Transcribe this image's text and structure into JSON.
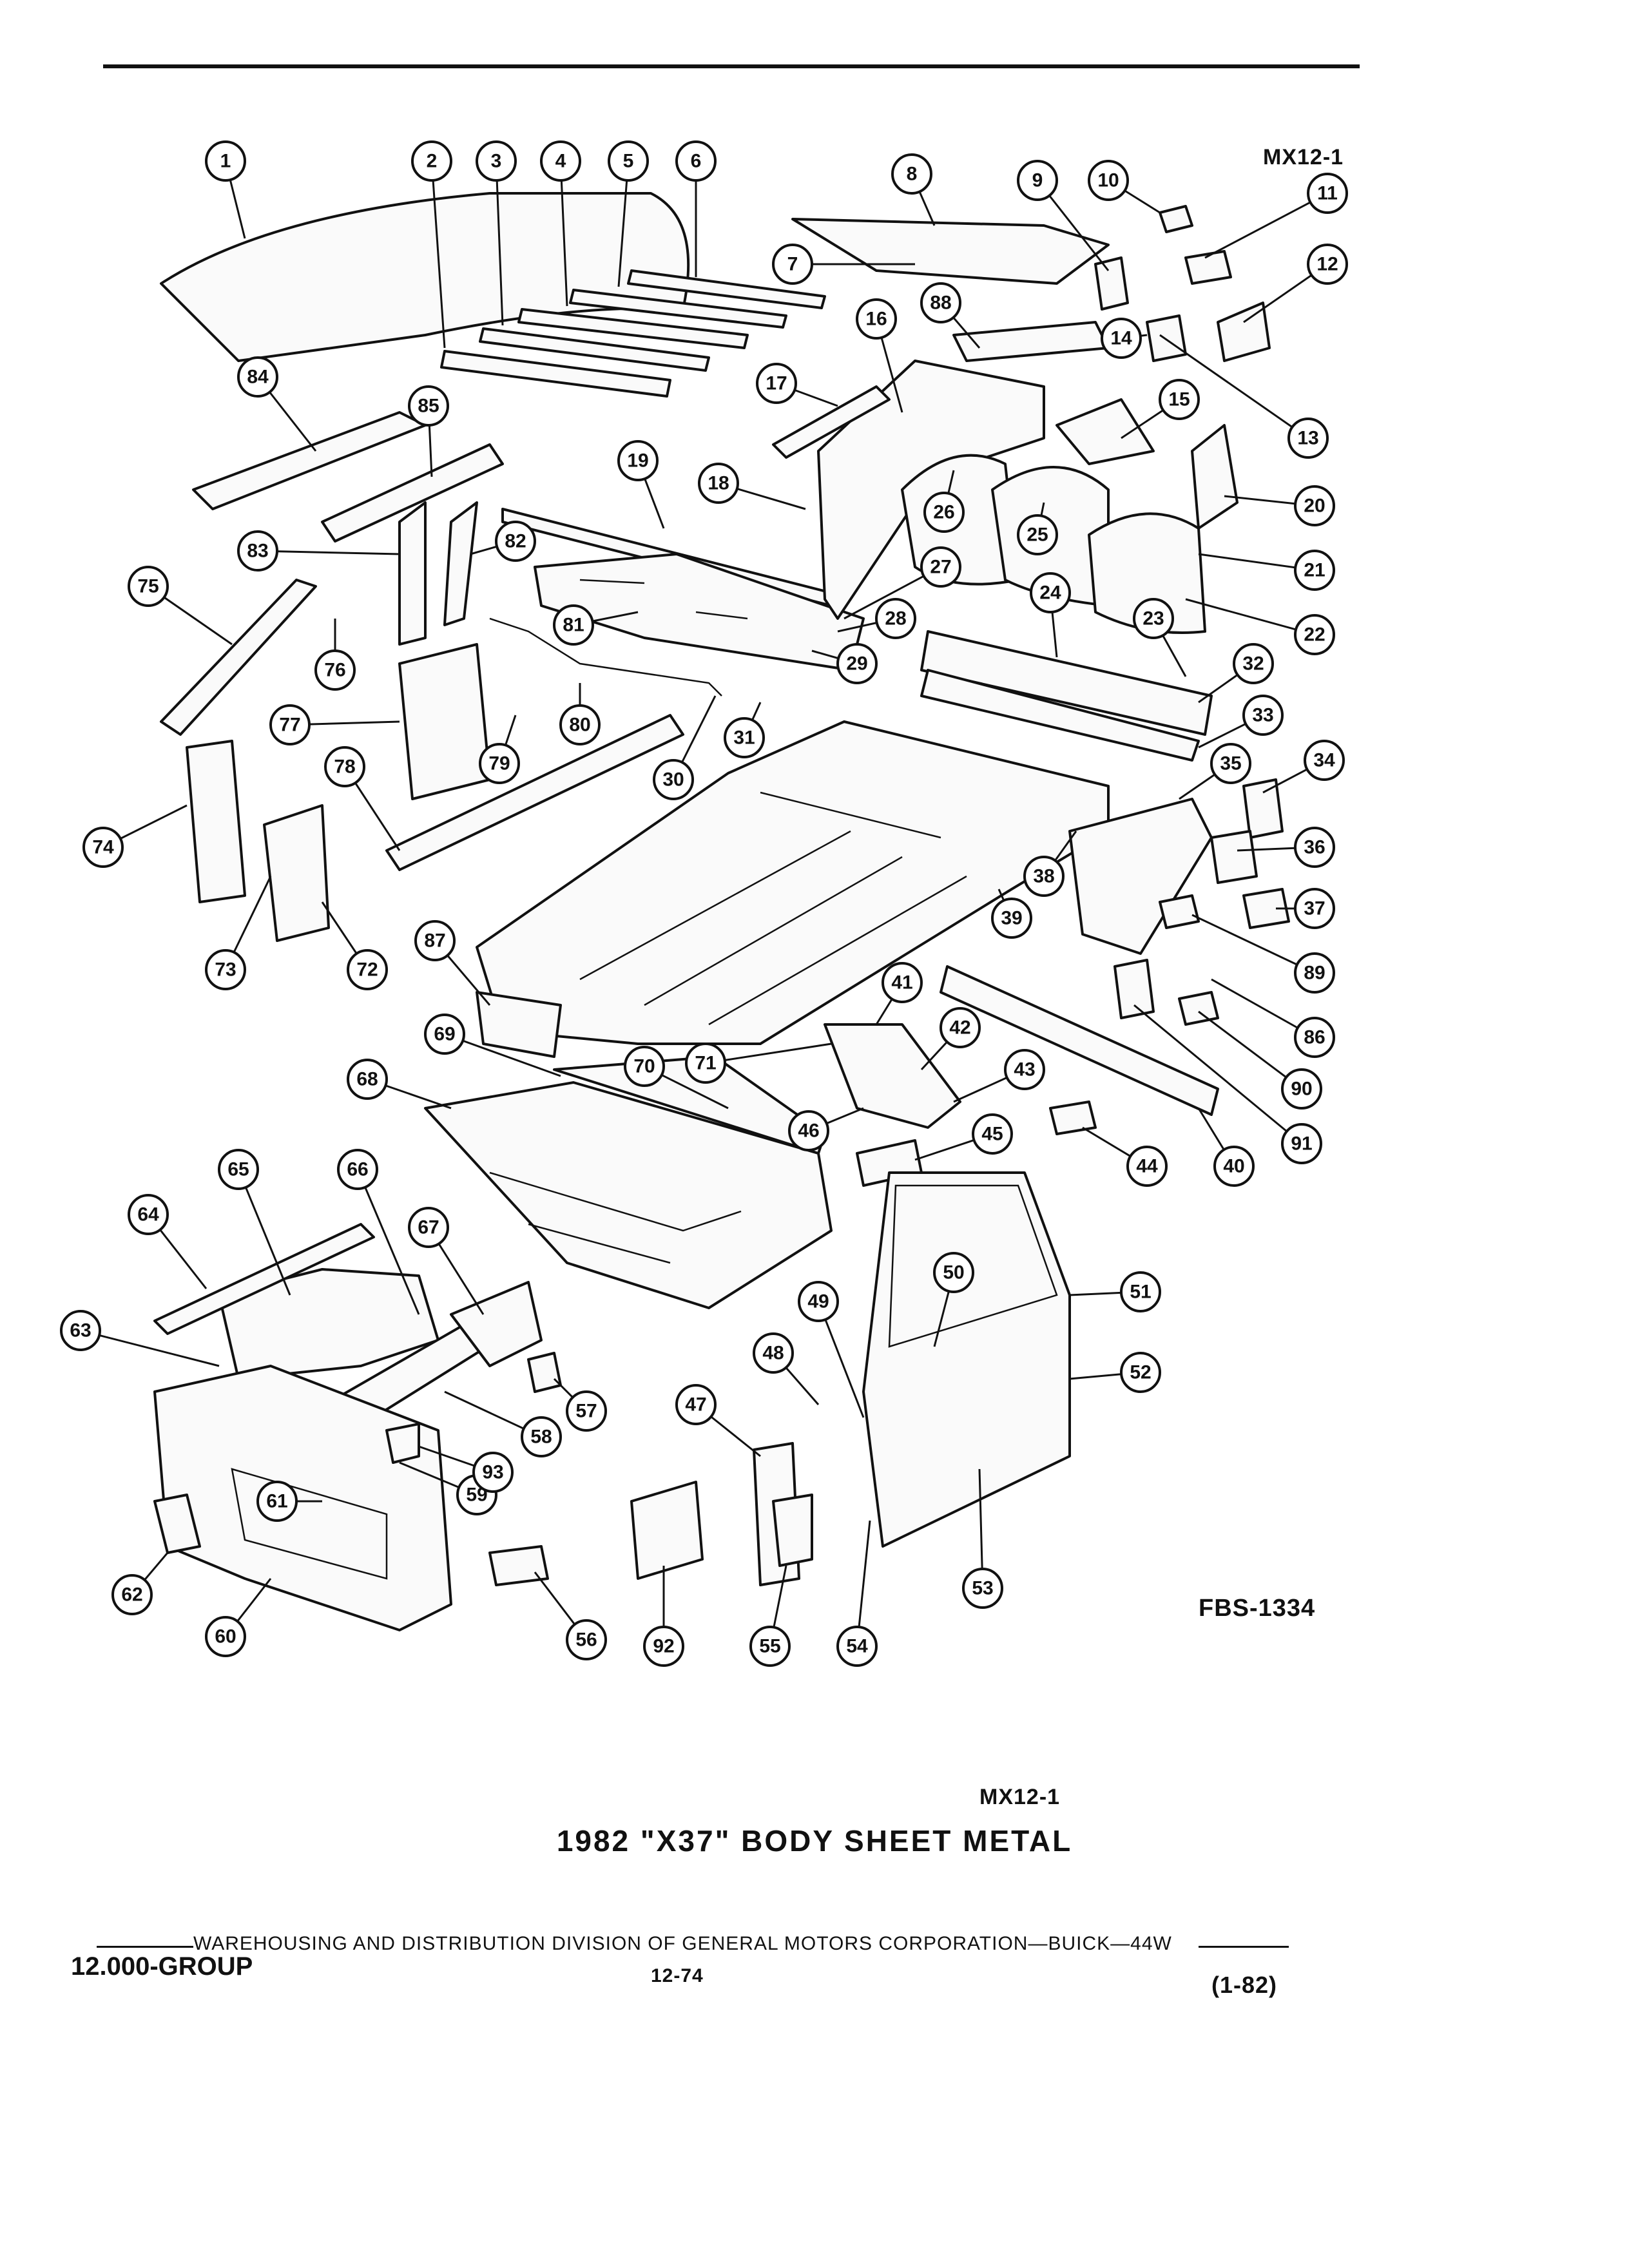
{
  "header": {
    "ref_top": "MX12-1"
  },
  "diagram": {
    "code": "FBS-1334",
    "ref_bottom": "MX12-1",
    "callouts": [
      "1",
      "2",
      "3",
      "4",
      "5",
      "6",
      "7",
      "8",
      "9",
      "10",
      "11",
      "12",
      "13",
      "14",
      "15",
      "16",
      "17",
      "18",
      "19",
      "20",
      "21",
      "22",
      "23",
      "24",
      "25",
      "26",
      "27",
      "28",
      "29",
      "30",
      "31",
      "32",
      "33",
      "34",
      "35",
      "36",
      "37",
      "38",
      "39",
      "40",
      "41",
      "42",
      "43",
      "44",
      "45",
      "46",
      "47",
      "48",
      "49",
      "50",
      "51",
      "52",
      "53",
      "54",
      "55",
      "56",
      "57",
      "58",
      "59",
      "60",
      "61",
      "62",
      "63",
      "64",
      "65",
      "66",
      "67",
      "68",
      "69",
      "70",
      "71",
      "72",
      "73",
      "74",
      "75",
      "76",
      "77",
      "78",
      "79",
      "80",
      "81",
      "82",
      "83",
      "84",
      "85",
      "86",
      "87",
      "88",
      "89",
      "90",
      "91",
      "92",
      "93"
    ]
  },
  "title": "1982 \"X37\" BODY SHEET METAL",
  "footer": {
    "division": "WAREHOUSING AND DISTRIBUTION DIVISION OF GENERAL MOTORS CORPORATION—BUICK—44W",
    "group": "12.000-GROUP",
    "page": "12-74",
    "date": "(1-82)"
  }
}
